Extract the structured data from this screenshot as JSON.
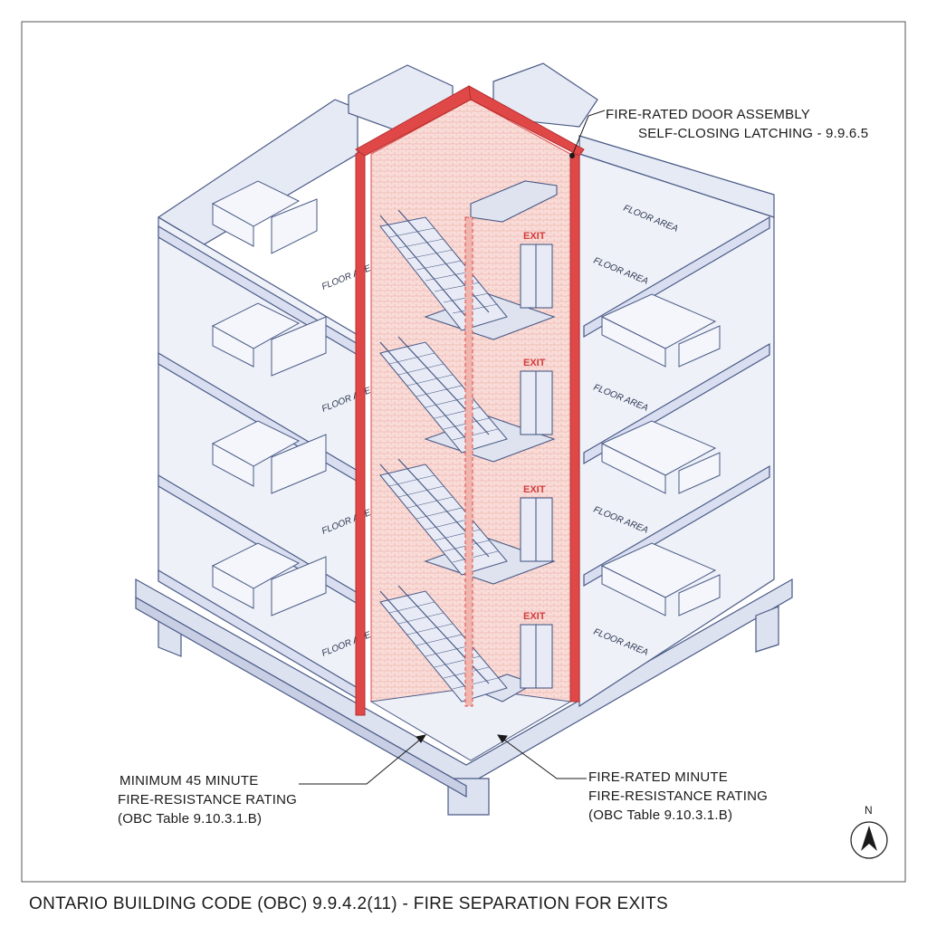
{
  "title": "ONTARIO BUILDING CODE (OBC) 9.9.4.2(11) - FIRE SEPARATION FOR EXITS",
  "callouts": {
    "door": [
      "FIRE-RATED DOOR ASSEMBLY",
      "SELF-CLOSING LATCHING - 9.9.6.5"
    ],
    "minimum": [
      "MINIMUM 45 MINUTE",
      "FIRE-RESISTANCE RATING",
      "(OBC Table 9.10.3.1.B)"
    ],
    "rated": [
      "FIRE-RATED MINUTE",
      "FIRE-RESISTANCE RATING",
      "(OBC Table 9.10.3.1.B)"
    ]
  },
  "floor_label": "FLOOR AREA",
  "exit_label": "EXIT",
  "north_label": "N",
  "colors": {
    "line": "#4a5a86",
    "floor_fill": "#e4e8f4",
    "fire_red": "#e04848",
    "fire_fill": "#f7d3d0",
    "text": "#1a1a1a"
  }
}
